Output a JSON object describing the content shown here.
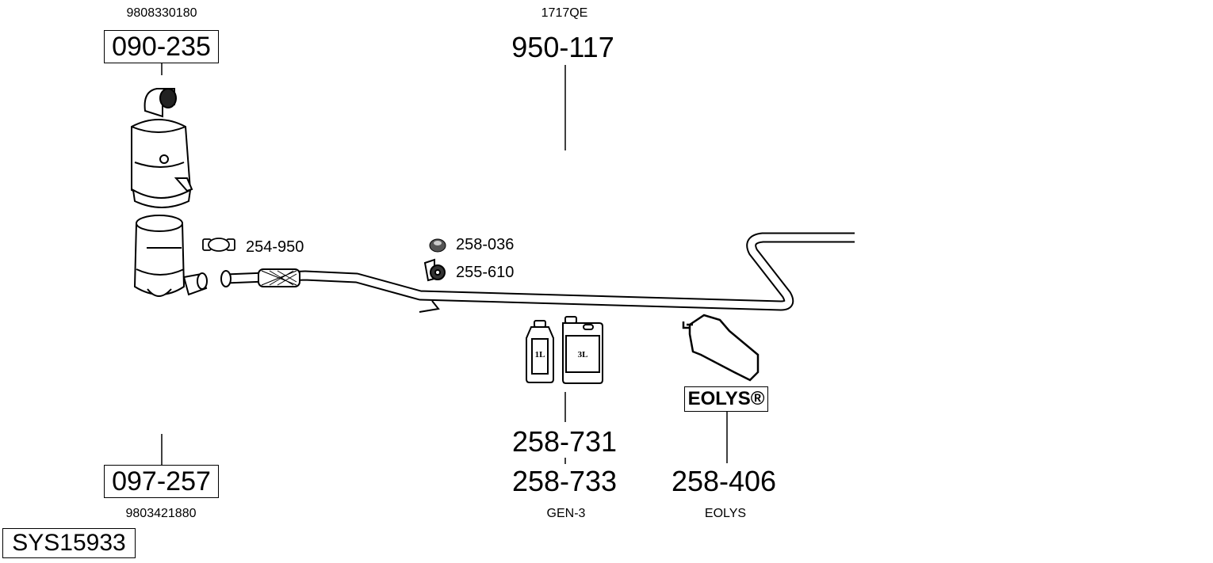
{
  "system_id": "SYS15933",
  "parts": {
    "dpf": {
      "number": "090-235",
      "oe": "9808330180"
    },
    "cat": {
      "number": "097-257",
      "oe": "9803421880"
    },
    "pipe": {
      "number": "950-117",
      "oe": "1717QE"
    },
    "clamp": {
      "number": "254-950"
    },
    "nut": {
      "number": "258-036"
    },
    "mount": {
      "number": "255-610"
    },
    "fluid_1l": {
      "number": "258-731",
      "bottle_label": "1L"
    },
    "fluid_3l": {
      "number": "258-733",
      "bottle_label": "3L",
      "note": "GEN-3"
    },
    "eolys_bag": {
      "number": "258-406",
      "brand": "EOLYS®",
      "note": "EOLYS"
    }
  }
}
